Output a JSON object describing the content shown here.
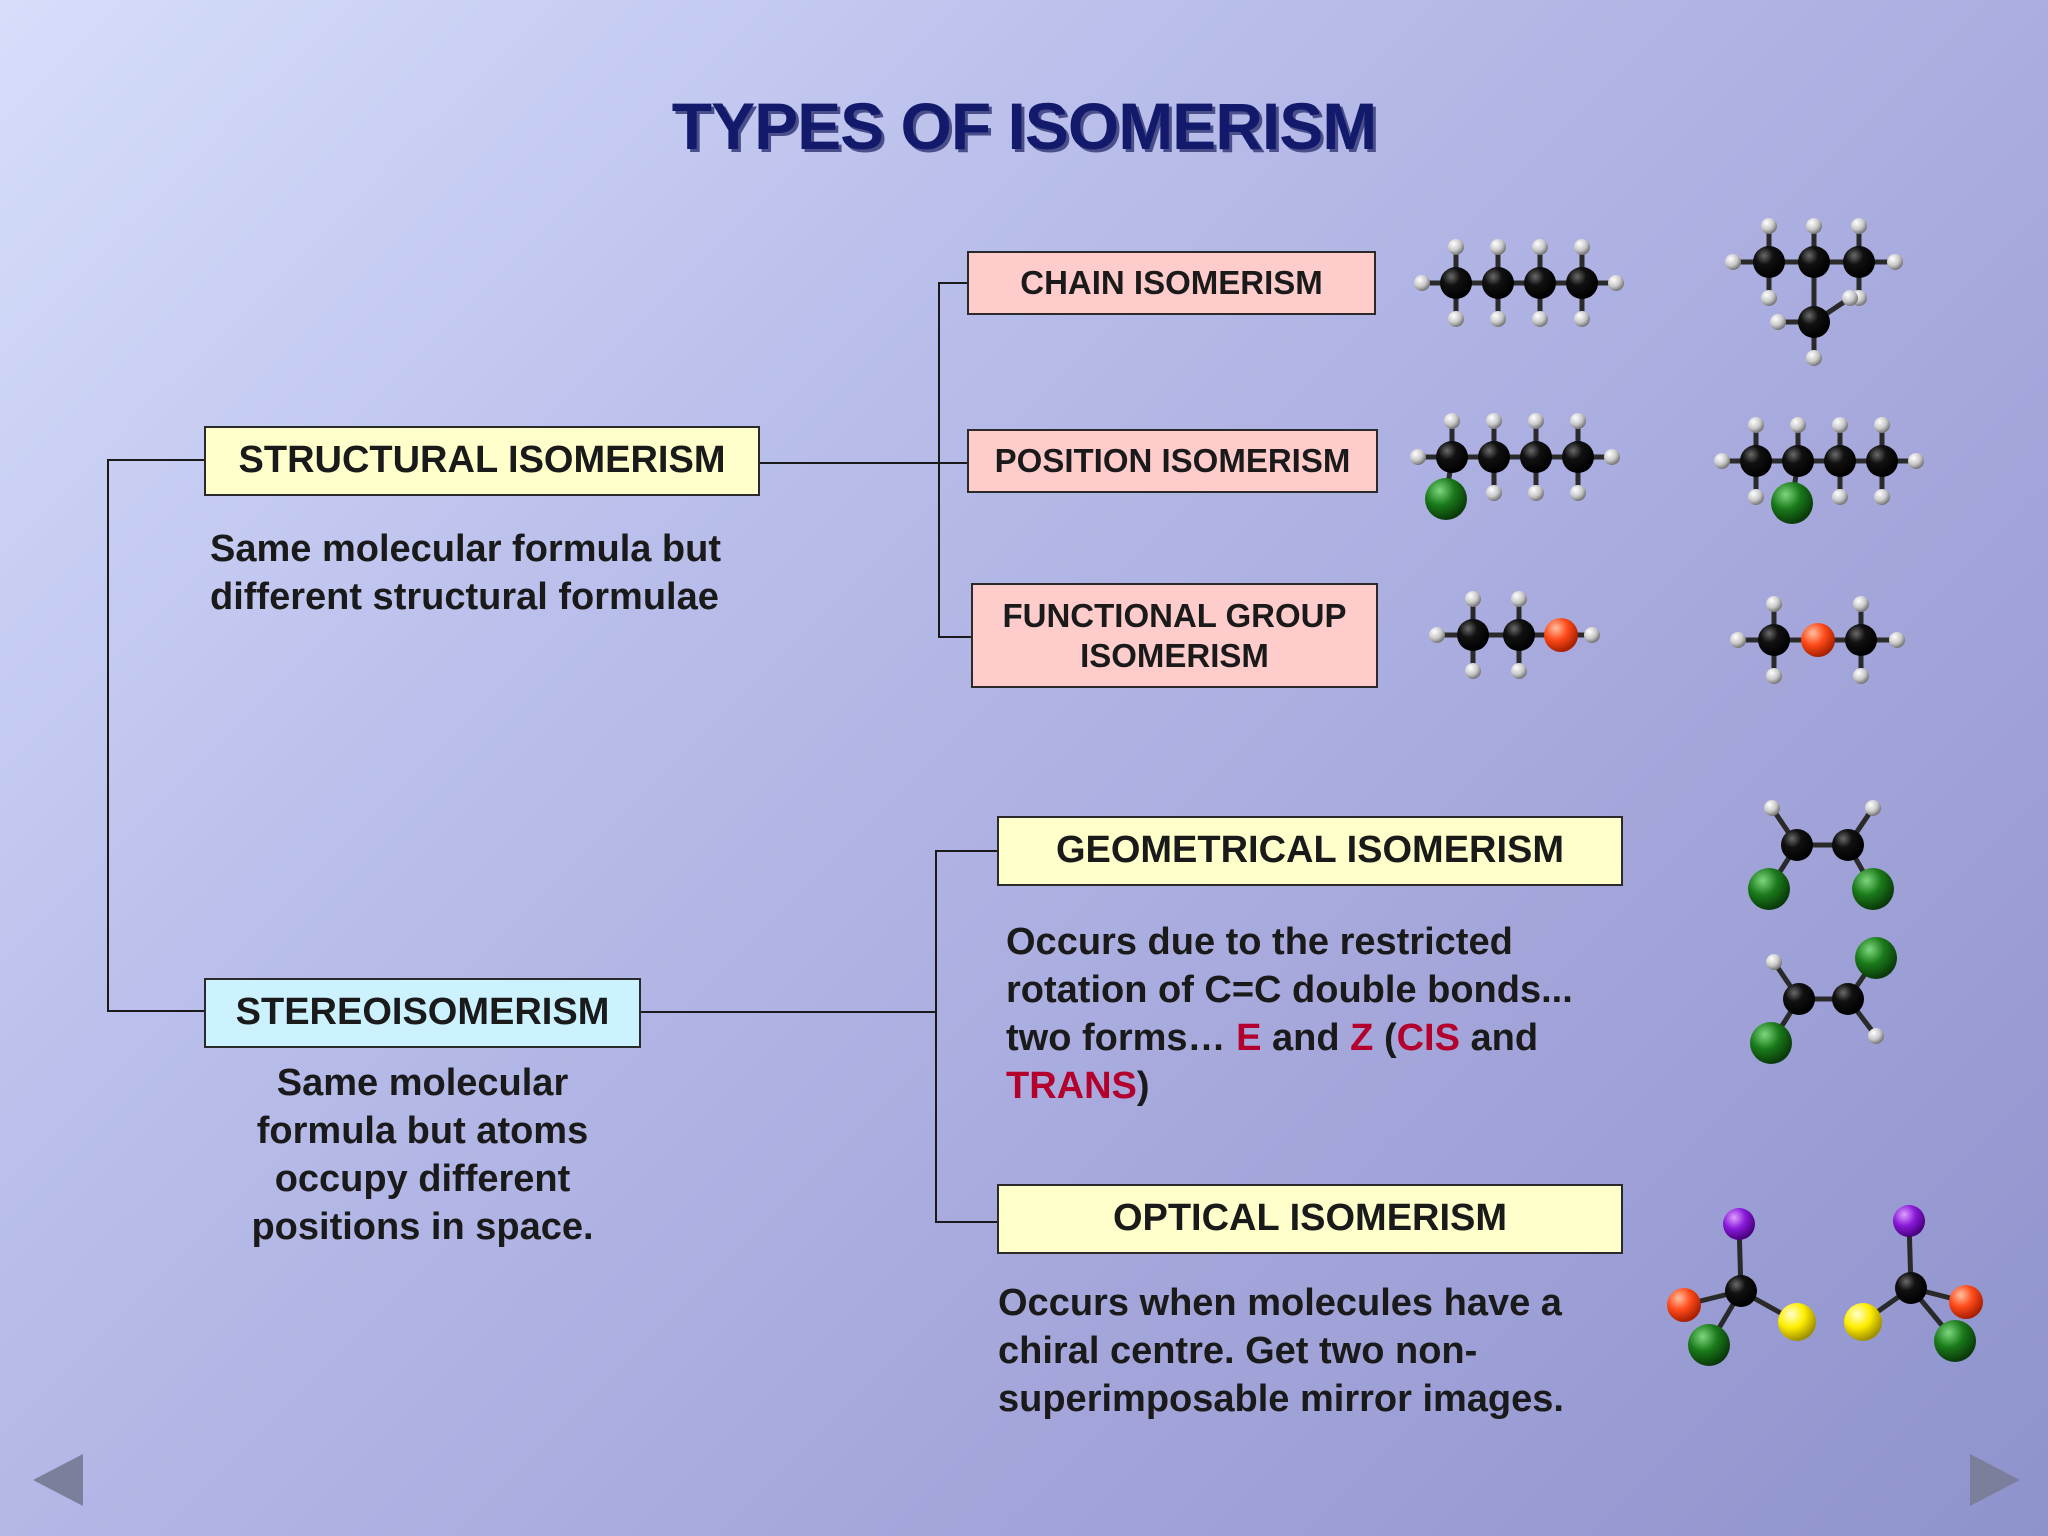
{
  "title": "TYPES OF ISOMERISM",
  "structural": {
    "label": "STRUCTURAL ISOMERISM",
    "desc_lines": [
      "Same molecular formula but",
      "different structural formulae"
    ]
  },
  "stereo": {
    "label": "STEREOISOMERISM",
    "desc_lines": [
      "Same molecular",
      "formula but atoms",
      "occupy different",
      "positions in space."
    ]
  },
  "chain": {
    "label": "CHAIN ISOMERISM"
  },
  "position": {
    "label": "POSITION ISOMERISM"
  },
  "functional": {
    "label_line1": "FUNCTIONAL GROUP",
    "label_line2": "ISOMERISM"
  },
  "geometrical": {
    "label": "GEOMETRICAL ISOMERISM",
    "line1": "Occurs due to the restricted",
    "line2": "rotation of C=C double bonds...",
    "line3_a": "two forms… ",
    "e": "E",
    "and1": " and ",
    "z": "Z",
    "paren_open": " (",
    "cis": "CIS",
    "and2": " and",
    "trans": "TRANS",
    "paren_close": ")"
  },
  "optical": {
    "label": "OPTICAL ISOMERISM",
    "desc_lines": [
      "Occurs when molecules have a",
      "chiral centre.  Get two non-",
      "superimposable mirror images."
    ]
  },
  "nav": {
    "prev": "previous-slide",
    "next": "next-slide"
  },
  "colors": {
    "title": "#131a6b",
    "emphasis": "#b3002d",
    "box_yellow": "#ffffcc",
    "box_pink": "#ffcccc",
    "box_blue": "#ccf2ff",
    "carbon": "#000000",
    "hydrogen": "#cfcfcf",
    "chlorine": "#1a7a1a",
    "oxygen": "#ff4a1a",
    "iodine": "#8a1ad9",
    "yellow_atom": "#ffee00"
  }
}
